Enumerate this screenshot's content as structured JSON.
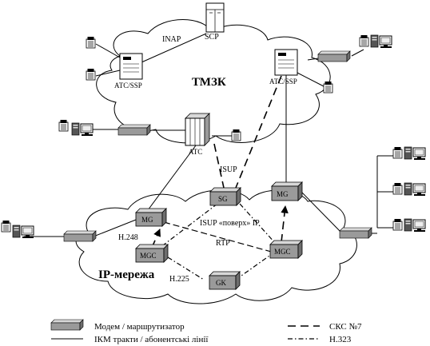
{
  "clouds": {
    "top_title": "ТМЗК",
    "bottom_title": "IP-мережа"
  },
  "nodes": {
    "scp": "SCP",
    "ats_ssp_left": "АТС/SSP",
    "ats_ssp_right": "АТС/SSP",
    "ats_center": "АТС",
    "sg": "SG",
    "mg_left": "MG",
    "mg_right": "MG",
    "mgc_left": "MGC",
    "mgc_right": "MGC",
    "gk": "GK"
  },
  "links": {
    "inap": "INAP",
    "isup": "ISUP",
    "isup_over_ip": "ISUP «поверх» IP",
    "h248": "H.248",
    "rtp": "RTP",
    "h225": "H.225"
  },
  "legend": {
    "modem": "Модем / маршрутизатор",
    "pcm": "ІКМ тракти / абонентські лінії",
    "sks7": "СКС №7",
    "h323": "H.323"
  },
  "colors": {
    "box_fill": "#9a9a9a",
    "box_top": "#d8d8d8",
    "box_side": "#6e6e6e",
    "line": "#000000"
  }
}
